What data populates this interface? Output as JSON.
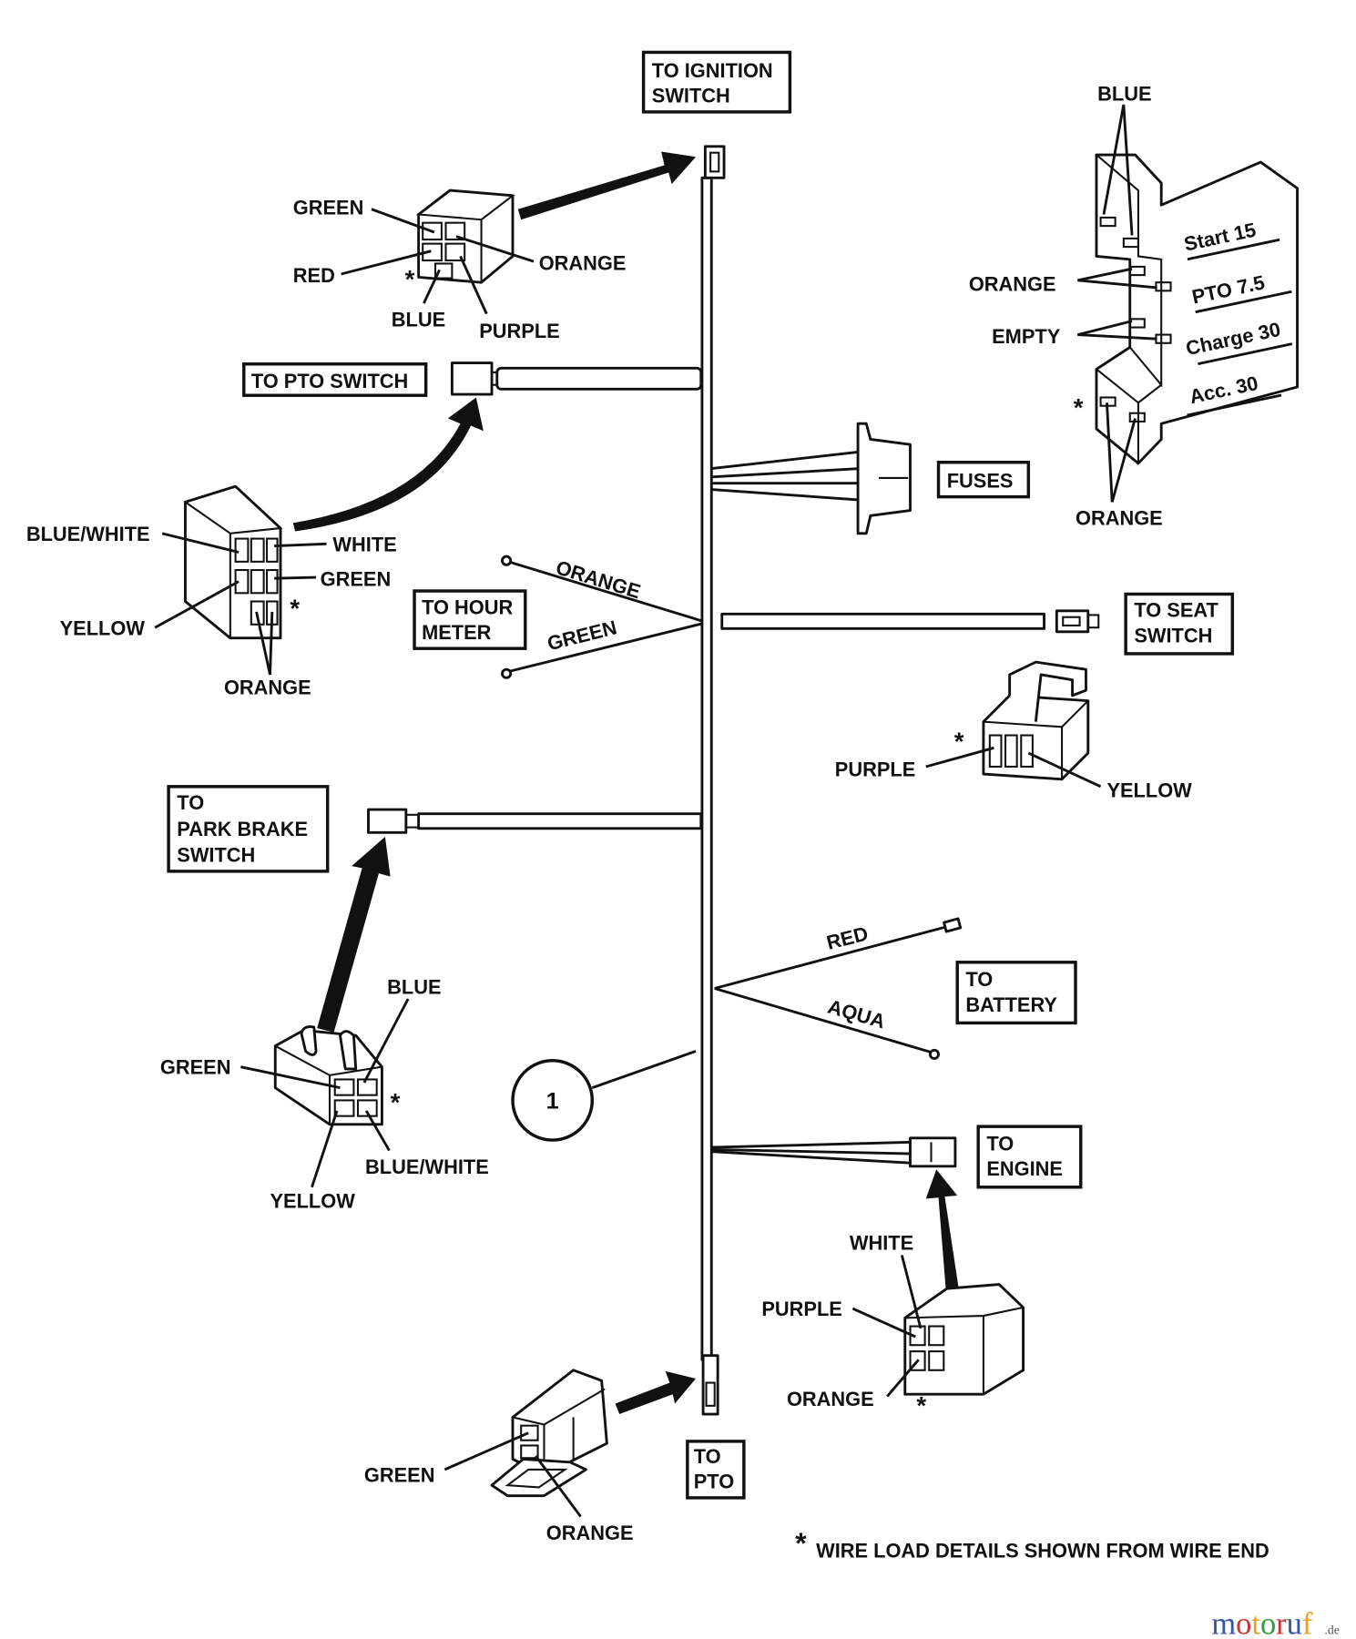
{
  "diagram": {
    "callout_number": "1",
    "destinations": {
      "ignition": [
        "TO IGNITION",
        "SWITCH"
      ],
      "pto_switch": "TO PTO SWITCH",
      "fuses": "FUSES",
      "hour_meter": [
        "TO HOUR",
        "METER"
      ],
      "seat_switch": [
        "TO SEAT",
        "SWITCH"
      ],
      "park_brake": [
        "TO",
        "PARK BRAKE",
        "SWITCH"
      ],
      "battery": [
        "TO",
        "BATTERY"
      ],
      "engine": [
        "TO",
        "ENGINE"
      ],
      "pto": [
        "TO",
        "PTO"
      ]
    },
    "ignition_connector": {
      "green": "GREEN",
      "red": "RED",
      "orange": "ORANGE",
      "blue": "BLUE",
      "purple": "PURPLE",
      "asterisk": "*"
    },
    "pto_switch_connector": {
      "blue_white": "BLUE/WHITE",
      "white": "WHITE",
      "green": "GREEN",
      "yellow": "YELLOW",
      "orange": "ORANGE",
      "asterisk": "*"
    },
    "hour_meter_wires": {
      "orange": "ORANGE",
      "green": "GREEN"
    },
    "fuse_block": {
      "blue": "BLUE",
      "orange_top": "ORANGE",
      "empty": "EMPTY",
      "orange_bottom": "ORANGE",
      "asterisk": "*",
      "fuses": [
        "Start  15",
        "PTO  7.5",
        "Charge  30",
        "Acc.  30"
      ]
    },
    "seat_switch_connector": {
      "purple": "PURPLE",
      "yellow": "YELLOW",
      "asterisk": "*"
    },
    "park_brake_connector": {
      "green": "GREEN",
      "blue": "BLUE",
      "blue_white": "BLUE/WHITE",
      "yellow": "YELLOW",
      "asterisk": "*"
    },
    "battery_wires": {
      "red": "RED",
      "aqua": "AQUA"
    },
    "engine_connector": {
      "white": "WHITE",
      "purple": "PURPLE",
      "orange": "ORANGE",
      "asterisk": "*"
    },
    "pto_connector": {
      "green": "GREEN",
      "orange": "ORANGE"
    },
    "footnote": {
      "asterisk": "*",
      "text": "WIRE LOAD DETAILS SHOWN FROM WIRE END"
    },
    "watermark": {
      "text": "motoruf",
      "suffix": ".de",
      "colors": [
        "#3355aa",
        "#cc3333",
        "#e8a020",
        "#339944",
        "#cc3333",
        "#3355aa",
        "#e8a020"
      ]
    }
  }
}
